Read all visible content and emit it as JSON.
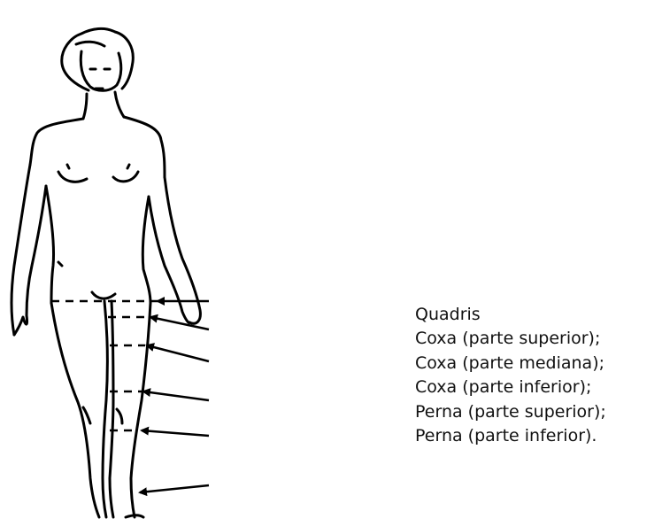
{
  "figure": {
    "subject": "female-body-outline",
    "line_color": "#000000",
    "background_color": "#ffffff"
  },
  "labels": [
    "Quadris",
    "Coxa (parte superior);",
    "Coxa (parte mediana);",
    "Coxa (parte inferior);",
    "Perna (parte superior);",
    "Perna (parte inferior)."
  ]
}
